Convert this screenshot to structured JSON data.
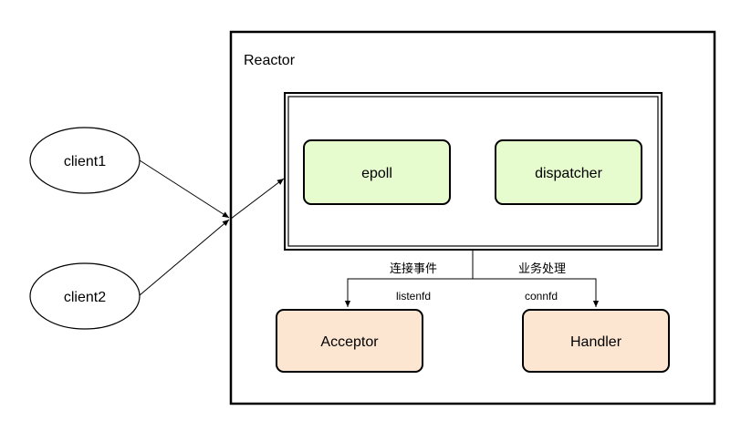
{
  "reactor": {
    "title": "Reactor"
  },
  "clients": [
    {
      "label": "client1"
    },
    {
      "label": "client2"
    }
  ],
  "inner": {
    "epoll": "epoll",
    "dispatcher": "dispatcher"
  },
  "edges": {
    "left_event": "连接事件",
    "right_event": "业务处理",
    "left_fd": "listenfd",
    "right_fd": "connfd"
  },
  "handlers": {
    "acceptor": "Acceptor",
    "handler": "Handler"
  },
  "colors": {
    "inner_fill": "#e6fccf",
    "handler_fill": "#fde6d1",
    "stroke": "#000000",
    "background": "#ffffff"
  }
}
